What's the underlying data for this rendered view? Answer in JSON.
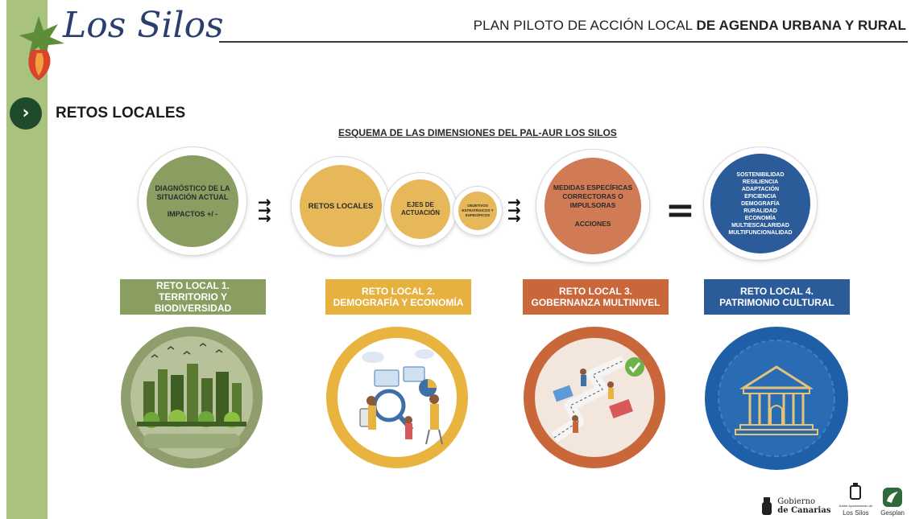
{
  "header": {
    "logo_text": "Los Silos",
    "title_regular": "PLAN PILOTO DE ACCIÓN LOCAL ",
    "title_bold": "DE AGENDA URBANA Y RURAL"
  },
  "section": {
    "title": "RETOS LOCALES",
    "schema_title": "ESQUEMA DE LAS DIMENSIONES DEL PAL-AUR LOS SILOS"
  },
  "diagram": {
    "circle1": {
      "line1": "DIAGNÓSTICO DE LA",
      "line2": "SITUACIÓN ACTUAL",
      "line3": "IMPACTOS +/ -"
    },
    "circle2": {
      "label": "RETOS LOCALES"
    },
    "circle3": {
      "line1": "EJES DE",
      "line2": "ACTUACIÓN"
    },
    "circle4": {
      "line1": "OBJETIVOS",
      "line2": "ESTRATÉGICOS Y",
      "line3": "ESPECÍFICOS"
    },
    "circle5": {
      "line1": "MEDIDAS ESPECÍFICAS",
      "line2": "CORRECTORAS O",
      "line3": "IMPULSORAS",
      "line4": "ACCIONES"
    },
    "equals": "=",
    "circle6": {
      "items": [
        "SOSTENIBILIDAD",
        "RESILIENCIA",
        "ADAPTACIÓN",
        "EFICIENCIA",
        "DEMOGRAFÍA",
        "RURALIDAD",
        "ECONOMÍA",
        "MULTIESCALARIDAD",
        "MULTIFUNCIONALIDAD"
      ]
    }
  },
  "retos": [
    {
      "line1": "RETO LOCAL 1.",
      "line2": "TERRITORIO Y BIODIVERSIDAD",
      "color": "#8a9e62"
    },
    {
      "line1": "RETO LOCAL 2.",
      "line2": "DEMOGRAFÍA Y ECONOMÍA",
      "color": "#e6b13f"
    },
    {
      "line1": "RETO LOCAL 3.",
      "line2": "GOBERNANZA MULTINIVEL",
      "color": "#c9663a"
    },
    {
      "line1": "RETO LOCAL 4.",
      "line2": "PATRIMONIO CULTURAL",
      "color": "#2c5b9a"
    }
  ],
  "footer": {
    "gobierno_line1": "Gobierno",
    "gobierno_line2": "de Canarias",
    "ayto_small": "Ilustre Ayuntamiento de",
    "ayto_name": "Los Silos",
    "gesplan": "Gesplan"
  },
  "colors": {
    "sidebar": "#a9c27e",
    "circle1": "#8a9e62",
    "circle_yellow": "#e6b85a",
    "circle5": "#d07b55",
    "circle6": "#2c5b9a"
  }
}
